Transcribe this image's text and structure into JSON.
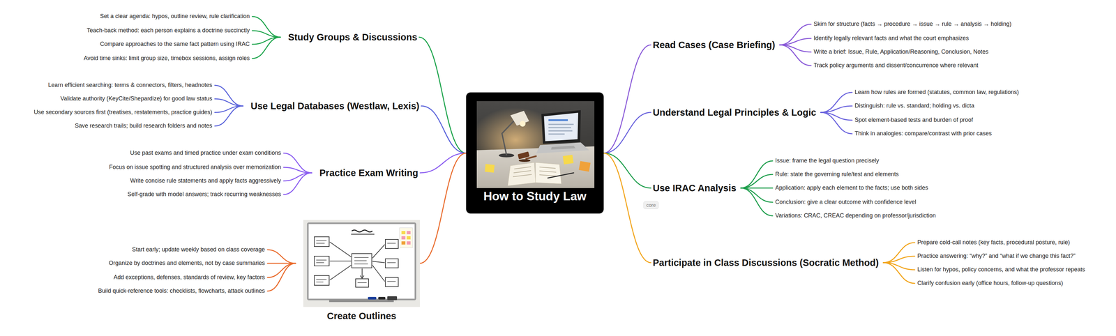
{
  "diagram": {
    "nodes": [
      {
        "text": [
          "How to Study Law"
        ]
      },
      {
        "text": [
          "Study Groups & Discussions"
        ]
      },
      {
        "text": [
          "Set a clear agenda: hypos, outline review, rule clarification"
        ]
      },
      {
        "text": [
          "Teach-back method: each person explains a doctrine succinctly"
        ]
      },
      {
        "text": [
          "Compare approaches to the same fact pattern using IRAC"
        ]
      },
      {
        "text": [
          "Avoid time sinks: limit group size, timebox sessions, assign roles"
        ]
      },
      {
        "text": [
          "Use Legal Databases (Westlaw, Lexis)"
        ]
      },
      {
        "text": [
          "Learn efficient searching: terms & connectors, filters, headnotes"
        ]
      },
      {
        "text": [
          "Validate authority (KeyCite/Shepardize) for good law status"
        ]
      },
      {
        "text": [
          "Use secondary sources first (treatises, restatements, practice guides)"
        ]
      },
      {
        "text": [
          "Save research trails; build research folders and notes"
        ]
      },
      {
        "text": [
          "Practice Exam Writing"
        ]
      },
      {
        "text": [
          "Use past exams and timed practice under exam conditions"
        ]
      },
      {
        "text": [
          "Focus on issue spotting and structured analysis over memorization"
        ]
      },
      {
        "text": [
          "Write concise rule statements and apply facts aggressively"
        ]
      },
      {
        "text": [
          "Self-grade with model answers; track recurring weaknesses"
        ]
      },
      {
        "text": [
          "Create Outlines"
        ]
      },
      {
        "text": [
          "Start early; update weekly based on class coverage"
        ]
      },
      {
        "text": [
          "Organize by doctrines and elements, not by case summaries"
        ]
      },
      {
        "text": [
          "Add exceptions, defenses, standards of review, key factors"
        ]
      },
      {
        "text": [
          "Build quick-reference tools: checklists, flowcharts, attack outlines"
        ]
      },
      {
        "text": [
          "Read Cases (Case Briefing)"
        ]
      },
      {
        "text": [
          "Skim for structure (facts → procedure → issue → rule → analysis → holding)"
        ]
      },
      {
        "text": [
          "Identify legally relevant facts and what the court emphasizes"
        ]
      },
      {
        "text": [
          "Write a brief: Issue, Rule, Application/Reasoning, Conclusion, Notes"
        ]
      },
      {
        "text": [
          "Track policy arguments and dissent/concurrence where relevant"
        ]
      },
      {
        "text": [
          "Understand Legal Principles & Logic"
        ]
      },
      {
        "text": [
          "Learn how rules are formed (statutes, common law, regulations)"
        ]
      },
      {
        "text": [
          "Distinguish: rule vs. standard; holding vs. dicta"
        ]
      },
      {
        "text": [
          "Spot element-based tests and burden of proof"
        ]
      },
      {
        "text": [
          "Think in analogies: compare/contrast with prior cases"
        ]
      },
      {
        "text": [
          "Use IRAC Analysis"
        ]
      },
      {
        "text": [
          "Issue: frame the legal question precisely"
        ]
      },
      {
        "text": [
          "Rule: state the governing rule/test and elements"
        ]
      },
      {
        "text": [
          "Application: apply each element to the facts; use both sides"
        ]
      },
      {
        "text": [
          "Conclusion: give a clear outcome with confidence level"
        ]
      },
      {
        "text": [
          "Variations: CRAC, CREAC depending on professor/jurisdiction"
        ]
      },
      {
        "text": [
          "core"
        ]
      },
      {
        "text": [
          "Participate in Class Discussions (Socratic Method)"
        ]
      },
      {
        "text": [
          "Prepare cold-call notes (key facts, procedural posture, rule)"
        ]
      },
      {
        "text": [
          "Practice answering: “why?” and “what if we change this fact?”"
        ]
      },
      {
        "text": [
          "Listen for hypos, policy concerns, and what the professor repeats"
        ]
      },
      {
        "text": [
          "Clarify confusion early (office hours, follow-up questions)"
        ]
      }
    ],
    "edges": [
      {
        "from": 0,
        "to": 1,
        "arrow": "none"
      },
      {
        "from": 0,
        "to": 6,
        "arrow": "none"
      },
      {
        "from": 0,
        "to": 11,
        "arrow": "none"
      },
      {
        "from": 0,
        "to": 16,
        "arrow": "none"
      },
      {
        "from": 0,
        "to": 21,
        "arrow": "none"
      },
      {
        "from": 0,
        "to": 26,
        "arrow": "none"
      },
      {
        "from": 0,
        "to": 31,
        "arrow": "none"
      },
      {
        "from": 0,
        "to": 38,
        "arrow": "none"
      },
      {
        "from": 1,
        "to": 2,
        "arrow": "none"
      },
      {
        "from": 1,
        "to": 3,
        "arrow": "none"
      },
      {
        "from": 1,
        "to": 4,
        "arrow": "none"
      },
      {
        "from": 1,
        "to": 5,
        "arrow": "none"
      },
      {
        "from": 6,
        "to": 7,
        "arrow": "none"
      },
      {
        "from": 6,
        "to": 8,
        "arrow": "none"
      },
      {
        "from": 6,
        "to": 9,
        "arrow": "none"
      },
      {
        "from": 6,
        "to": 10,
        "arrow": "none"
      },
      {
        "from": 11,
        "to": 12,
        "arrow": "none"
      },
      {
        "from": 11,
        "to": 13,
        "arrow": "none"
      },
      {
        "from": 11,
        "to": 14,
        "arrow": "none"
      },
      {
        "from": 11,
        "to": 15,
        "arrow": "none"
      },
      {
        "from": 16,
        "to": 17,
        "arrow": "none"
      },
      {
        "from": 16,
        "to": 18,
        "arrow": "none"
      },
      {
        "from": 16,
        "to": 19,
        "arrow": "none"
      },
      {
        "from": 16,
        "to": 20,
        "arrow": "none"
      },
      {
        "from": 21,
        "to": 22,
        "arrow": "none"
      },
      {
        "from": 21,
        "to": 23,
        "arrow": "none"
      },
      {
        "from": 21,
        "to": 24,
        "arrow": "none"
      },
      {
        "from": 21,
        "to": 25,
        "arrow": "none"
      },
      {
        "from": 26,
        "to": 27,
        "arrow": "none"
      },
      {
        "from": 26,
        "to": 28,
        "arrow": "none"
      },
      {
        "from": 26,
        "to": 29,
        "arrow": "none"
      },
      {
        "from": 26,
        "to": 30,
        "arrow": "none"
      },
      {
        "from": 31,
        "to": 32,
        "arrow": "none"
      },
      {
        "from": 31,
        "to": 33,
        "arrow": "none"
      },
      {
        "from": 31,
        "to": 34,
        "arrow": "none"
      },
      {
        "from": 31,
        "to": 35,
        "arrow": "none"
      },
      {
        "from": 31,
        "to": 36,
        "arrow": "none"
      },
      {
        "from": 38,
        "to": 39,
        "arrow": "none"
      },
      {
        "from": 38,
        "to": 40,
        "arrow": "none"
      },
      {
        "from": 38,
        "to": 41,
        "arrow": "none"
      },
      {
        "from": 38,
        "to": 42,
        "arrow": "none"
      }
    ]
  }
}
